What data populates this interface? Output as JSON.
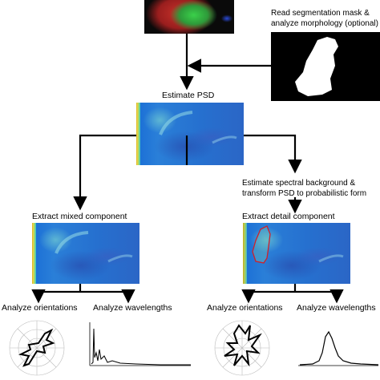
{
  "nodes": {
    "read_mask": "Read segmentation mask &\nanalyze morphology (optional)",
    "estimate_psd": "Estimate PSD",
    "estimate_background": "Estimate spectral background &\ntransform PSD to probabilistic form",
    "extract_mixed": "Extract mixed component",
    "extract_detail": "Extract detail component",
    "left_orientations": "Analyze orientations",
    "left_wavelengths": "Analyze wavelengths",
    "right_orientations": "Analyze orientations",
    "right_wavelengths": "Analyze wavelengths"
  },
  "colors": {
    "arrow": "#000000",
    "psd_base": "#2a78d6",
    "mask_bg": "#000000",
    "mask_fg": "#ffffff",
    "detail_outline": "#d0202a"
  }
}
